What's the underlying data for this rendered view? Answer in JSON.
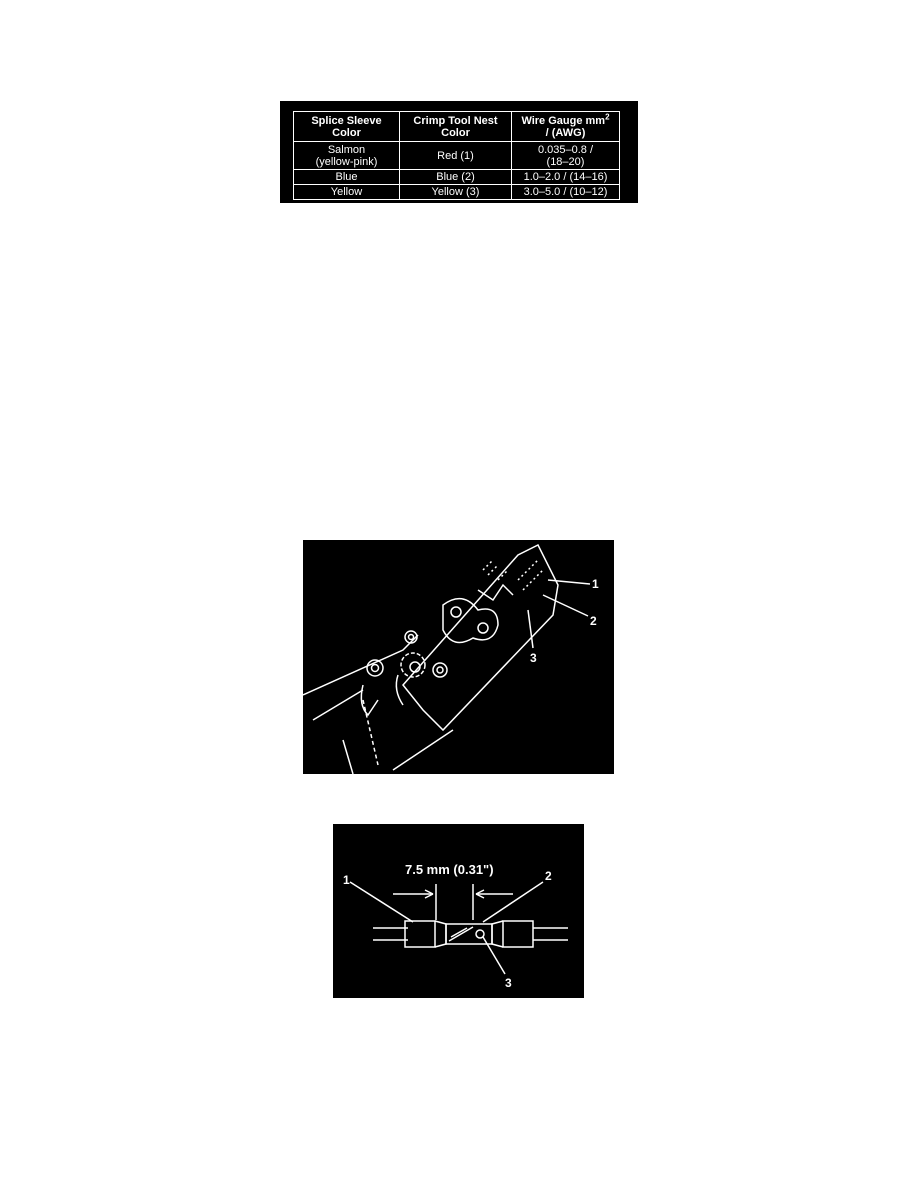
{
  "spec_table": {
    "headers": [
      "Splice Sleeve Color",
      "Crimp Tool Nest Color",
      "Wire Gauge mm",
      "2",
      "/ (AWG)"
    ],
    "rows": [
      [
        "Salmon",
        "(yellow-pink)",
        "Red (1)",
        "0.035–0.8 /",
        "(18–20)"
      ],
      [
        "Blue",
        "Blue (2)",
        "1.0–2.0 / (14–16)"
      ],
      [
        "Yellow",
        "Yellow (3)",
        "3.0–5.0 / (10–12)"
      ]
    ]
  },
  "crimp_tool_figure": {
    "callouts": [
      "1",
      "2",
      "3"
    ]
  },
  "splice_figure": {
    "dimension": "7.5 mm (0.31\")",
    "callouts": [
      "1",
      "2",
      "3"
    ]
  },
  "colors": {
    "figure_background": "#000000",
    "figure_ink": "#ffffff",
    "page_background": "#ffffff"
  }
}
